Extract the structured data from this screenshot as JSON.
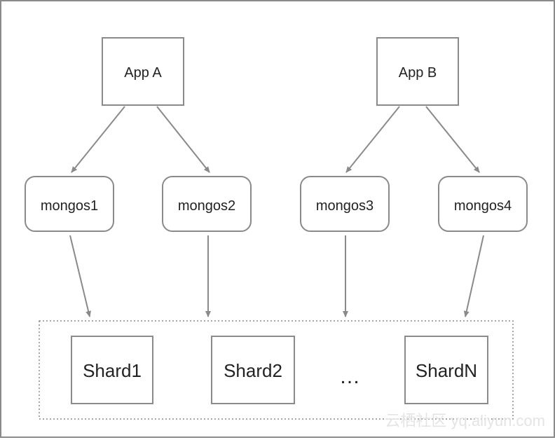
{
  "apps": [
    {
      "id": "app-a",
      "label": "App A"
    },
    {
      "id": "app-b",
      "label": "App B"
    }
  ],
  "routers": [
    {
      "id": "mongos1",
      "label": "mongos1"
    },
    {
      "id": "mongos2",
      "label": "mongos2"
    },
    {
      "id": "mongos3",
      "label": "mongos3"
    },
    {
      "id": "mongos4",
      "label": "mongos4"
    }
  ],
  "shards": [
    {
      "id": "shard1",
      "label": "Shard1"
    },
    {
      "id": "shard2",
      "label": "Shard2"
    },
    {
      "id": "shardn",
      "label": "ShardN"
    }
  ],
  "ellipsis": "…",
  "watermark": "云栖社区 yq.aliyun.com",
  "colors": {
    "stroke": "#8a8a8a",
    "text": "#222222"
  }
}
